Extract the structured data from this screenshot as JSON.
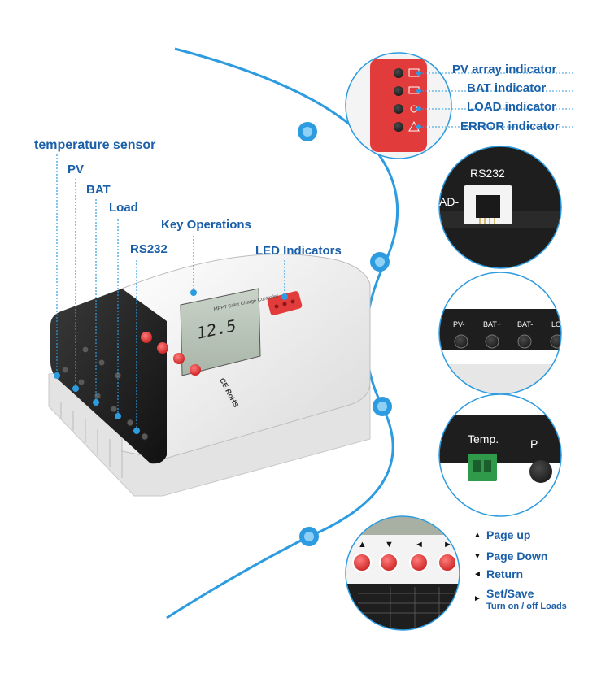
{
  "colors": {
    "accent_blue": "#2d9be0",
    "label_blue": "#1a5fa8",
    "button_red": "#e23b3b",
    "housing_white": "#f2f2f2",
    "housing_black": "#1f1f1f",
    "terminal_green": "#2e9a4a"
  },
  "left_labels": {
    "temperature_sensor": "temperature sensor",
    "pv": "PV",
    "bat": "BAT",
    "load": "Load",
    "key_operations": "Key Operations",
    "rs232": "RS232",
    "led_indicators": "LED Indicators"
  },
  "device": {
    "lcd_value": "12.5",
    "brand_text": "MPPT Solar Charge Controller",
    "cert_text": "CE RoHS"
  },
  "indicators": {
    "pv_array": "PV array indicator",
    "bat": "BAT indicator",
    "load": "LOAD indicator",
    "error": "ERROR indicator"
  },
  "rs232_callout": {
    "label": "RS232",
    "edge_text": "AD-"
  },
  "terminal_callout": {
    "labels": [
      "PV-",
      "BAT+",
      "BAT-",
      "LO"
    ]
  },
  "temp_callout": {
    "label": "Temp.",
    "edge_text": "P"
  },
  "keys_callout": {
    "arrows": [
      "▲",
      "▼",
      "◄",
      "►"
    ]
  },
  "key_legend": {
    "page_up": "Page  up",
    "page_down": "Page  Down",
    "return": "Return",
    "set_save": "Set/Save",
    "set_save_sub": "Turn on / off Loads"
  },
  "legend_icons": [
    "up-arrow-icon",
    "down-arrow-icon",
    "left-arrow-icon",
    "right-arrow-icon"
  ]
}
